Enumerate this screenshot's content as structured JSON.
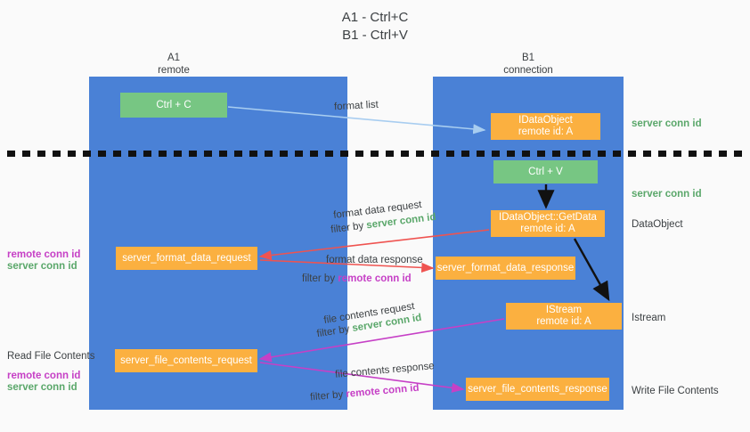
{
  "title": {
    "line1": "A1 - Ctrl+C",
    "line2": "B1 - Ctrl+V"
  },
  "colors": {
    "lane_blue": "#4a81d6",
    "node_green": "#77c683",
    "node_orange": "#fbb040",
    "green_text": "#5aa76a",
    "magenta_text": "#c640c6",
    "dark_text": "#3c4043",
    "background": "#fafafa",
    "arrow_lightblue": "#a8cdf0",
    "arrow_red": "#ef5350",
    "arrow_magenta": "#c640c6",
    "arrow_black": "#111111"
  },
  "columns": [
    {
      "name": "A1",
      "subtitle": "remote"
    },
    {
      "name": "B1",
      "subtitle": "connection"
    }
  ],
  "nodes": {
    "ctrl_c": "Ctrl + C",
    "idataobject": "IDataObject\nremote id: A",
    "ctrl_v": "Ctrl + V",
    "getdata": "IDataObject::GetData\nremote id: A",
    "format_data_request": "server_format_data_request",
    "format_data_response": "server_format_data_response",
    "istream": "IStream\nremote id: A",
    "file_contents_request": "server_file_contents_request",
    "file_contents_response": "server_file_contents_response"
  },
  "right_annotations": {
    "server_conn_id_1": "server conn id",
    "server_conn_id_2": "server conn id",
    "dataobject": "DataObject",
    "istream": "Istream",
    "write_file_contents": "Write File Contents"
  },
  "left_annotations": {
    "remote_conn_id_1": "remote conn id",
    "server_conn_id_1": "server conn id",
    "read_file_contents": "Read File Contents",
    "remote_conn_id_2": "remote conn id",
    "server_conn_id_2": "server conn id"
  },
  "edge_labels": {
    "format_list": "format list",
    "format_data_request": "format data request",
    "format_data_response": "format data response",
    "file_contents_request": "file contents request",
    "file_contents_response": "file contents response",
    "filter_by": "filter by",
    "server_conn_id": "server conn id",
    "remote_conn_id": "remote conn id"
  }
}
